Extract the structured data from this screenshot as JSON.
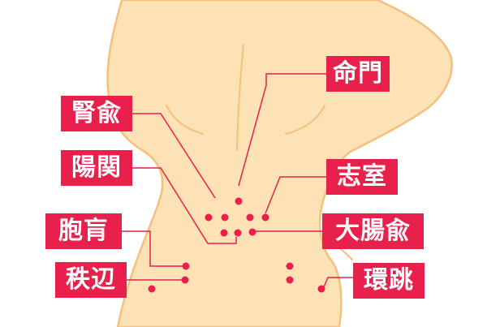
{
  "colors": {
    "skin": "#fde2b6",
    "outline": "#f5c07e",
    "accent": "#e8204b",
    "background": "#ffffff",
    "label_text": "#ffffff"
  },
  "labels": {
    "meimon": "命門",
    "jinyu": "腎兪",
    "yokan": "陽関",
    "shishitsu": "志室",
    "hoko": "胞肓",
    "daichoyu": "大腸兪",
    "chippen": "秩辺",
    "kancho": "環跳"
  }
}
